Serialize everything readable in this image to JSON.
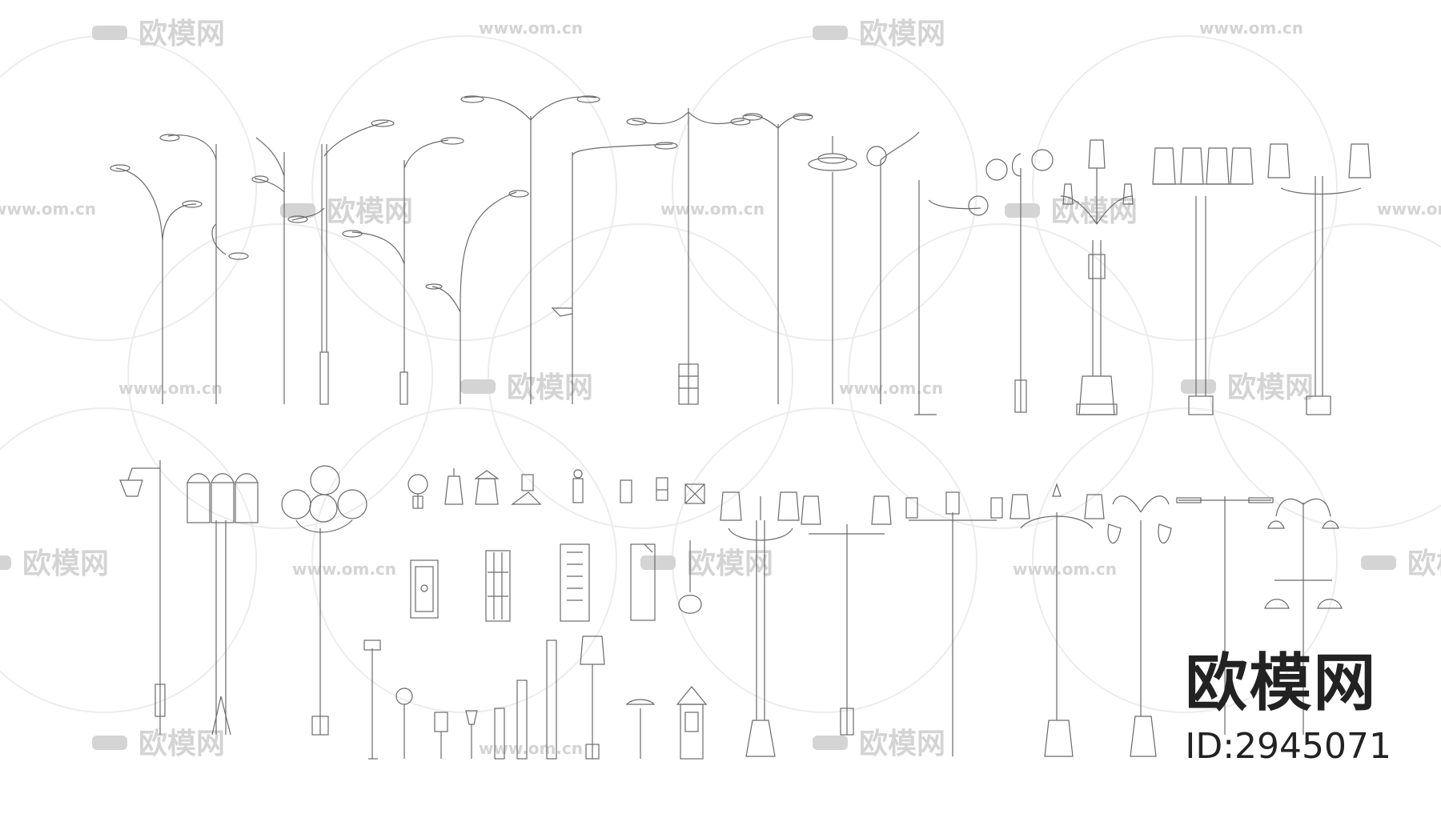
{
  "watermark": {
    "brand_cn": "欧模网",
    "url": "www.om.cn",
    "color": "#d6d6d6"
  },
  "brand_badge": {
    "name": "欧模网",
    "id_label": "ID:2945071"
  },
  "drawing": {
    "line_color": "#6a6a6a",
    "subject": "street-lamp-elevation-drawings"
  }
}
